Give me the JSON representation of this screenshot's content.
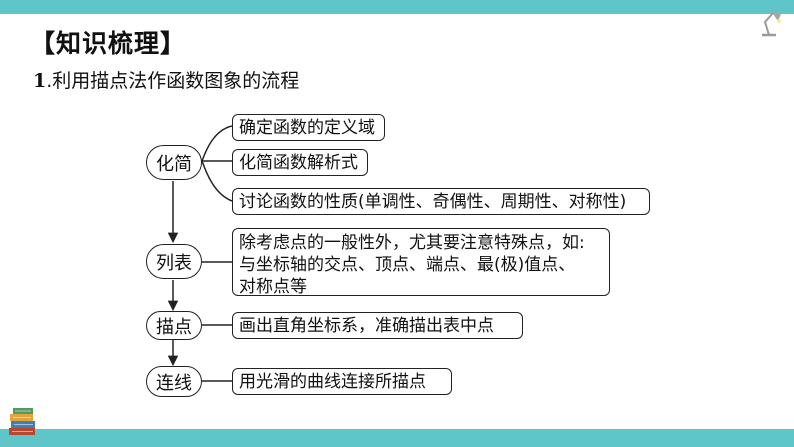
{
  "section_title": "【知识梳理】",
  "item": {
    "number": "1",
    "separator": ".",
    "text": "利用描点法作函数图象的流程"
  },
  "flow": {
    "steps": [
      {
        "label": "化简"
      },
      {
        "label": "列表"
      },
      {
        "label": "描点"
      },
      {
        "label": "连线"
      }
    ],
    "simplify_details": [
      "确定函数的定义域",
      "化简函数解析式",
      "讨论函数的性质(单调性、奇偶性、周期性、对称性)"
    ],
    "table_detail_lines": [
      "除考虑点的一般性外，尤其要注意特殊点，如:",
      "与坐标轴的交点、顶点、端点、最(极)值点、",
      "对称点等"
    ],
    "plot_detail": "画出直角坐标系，准确描出表中点",
    "connect_detail": "用光滑的曲线连接所描点"
  },
  "colors": {
    "bar": "#5ec6c8",
    "stroke": "#222222"
  },
  "icons": {
    "top_right": "desk-lamp-icon",
    "bottom_left": "book-stack-icon"
  }
}
